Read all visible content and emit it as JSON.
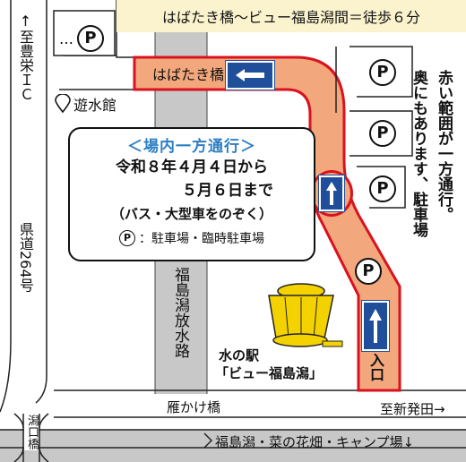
{
  "header": {
    "walk_time": "はばたき橋～ビュー福島潟間＝徒歩６分"
  },
  "roads": {
    "to_toyosaka": "↑至豊栄ＩＣ",
    "prefectural_road": "県道264号",
    "river": "福島潟放水路",
    "gankake_bridge": "雁かけ橋",
    "to_shinhattata": "至新発田→",
    "to_fukushimagata": "福島潟・菜の花畑・キャンプ場↓",
    "gata_bridge": "潟口橋"
  },
  "places": {
    "habataki_bridge": "はばたき橋",
    "yusuikan": "遊水館",
    "michinoeki_line1": "水の駅",
    "michinoeki_line2": "「ビュー福島潟」",
    "entrance": "入口",
    "ellipsis": "…"
  },
  "parking": {
    "symbol": "P"
  },
  "notice": {
    "title": "＜場内一方通行＞",
    "line1": "令和８年４月４日から",
    "line2": "５月６日まで",
    "line3": "（バス・大型車をのぞく）",
    "legend_symbol": "P",
    "legend_text": "：駐車場・臨時駐車場"
  },
  "side_note": {
    "col1": "赤い範囲が一方通行。",
    "col2": "奥にもあります、駐車場"
  },
  "colors": {
    "one_way_fill": "#f3a77c",
    "one_way_border": "#d9121f",
    "arrow_blue": "#1f4e9b",
    "notice_title": "#2e7fc2",
    "river_gray": "#c8c8c8",
    "header_bg": "#fbf3ce",
    "building_yellow": "#f4d200"
  }
}
